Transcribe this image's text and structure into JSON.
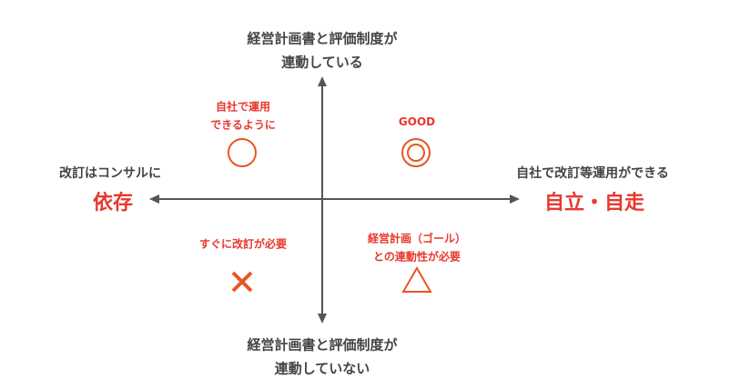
{
  "axes": {
    "top": {
      "line1": "経営計画書と評価制度が",
      "line2": "連動している"
    },
    "bottom": {
      "line1": "経営計画書と評価制度が",
      "line2": "連動していない"
    },
    "left": {
      "caption": "改訂はコンサルに",
      "label": "依存"
    },
    "right": {
      "caption": "自社で改訂等運用ができる",
      "label": "自立・自走"
    }
  },
  "quadrants": {
    "top_left": {
      "line1": "自社で運用",
      "line2": "できるように",
      "symbol": "circle"
    },
    "top_right": {
      "line1": "GOOD",
      "symbol": "double-circle"
    },
    "bottom_left": {
      "line1": "すぐに改訂が必要",
      "symbol": "cross"
    },
    "bottom_right": {
      "line1": "経営計画（ゴール）",
      "line2": "との連動性が必要",
      "symbol": "triangle"
    }
  },
  "colors": {
    "axis": "#555555",
    "accent_text": "#e8382e",
    "symbol": "#e8561e"
  }
}
